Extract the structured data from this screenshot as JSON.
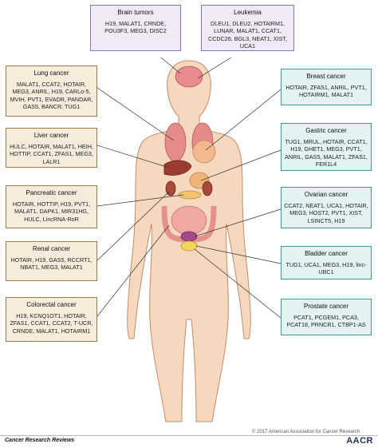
{
  "cancers": [
    {
      "id": "brain",
      "title": "Brain tumors",
      "color": "purple",
      "items": [
        "H19",
        "MALAT1",
        "CRNDE",
        "POU3F3",
        "MEG3",
        "DISC2"
      ]
    },
    {
      "id": "leukemia",
      "title": "Leukemia",
      "color": "purple",
      "items": [
        "DLEU1",
        "DLEU2",
        "HOTAIRM1",
        "LUNAR",
        "MALAT1",
        "CCAT1",
        "CCDC26",
        "BGL3",
        "NEAT1",
        "XIST",
        "UCA1"
      ]
    },
    {
      "id": "lung",
      "title": "Lung cancer",
      "color": "tan",
      "items": [
        "MALAT1",
        "CCAT2",
        "HOTAIR",
        "MEG3",
        "ANRIL",
        "H19",
        "CARLo-5",
        "MVIH",
        "PVT1",
        "EVADR",
        "PANDAR",
        "GAS5",
        "BANCR",
        "TUG1"
      ]
    },
    {
      "id": "liver",
      "title": "Liver cancer",
      "color": "tan",
      "items": [
        "HULC",
        "HOTAIR",
        "MALAT1",
        "HEIH",
        "HOTTIP",
        "CCAT1",
        "ZFAS1",
        "MEG3",
        "LALR1"
      ]
    },
    {
      "id": "pancreatic",
      "title": "Pancreatic cancer",
      "color": "tan",
      "items": [
        "HOTAIR",
        "HOTTIP",
        "H19",
        "PVT1",
        "MALAT1",
        "DAPK1",
        "MIR31HG",
        "HULC",
        "LincRNA-RoR"
      ]
    },
    {
      "id": "renal",
      "title": "Renal cancer",
      "color": "tan",
      "items": [
        "HOTAIR",
        "H19",
        "GAS5",
        "RCCRT1",
        "NBAT1",
        "MEG3",
        "MALAT1"
      ]
    },
    {
      "id": "colorectal",
      "title": "Colorectal cancer",
      "color": "tan",
      "items": [
        "H19",
        "KCNQ1OT1",
        "HOTAIR",
        "ZFAS1",
        "CCAT1",
        "CCAT2",
        "T-UCR",
        "CRNDE",
        "MALAT1",
        "HOTAIRM1"
      ]
    },
    {
      "id": "breast",
      "title": "Breast cancer",
      "color": "teal",
      "items": [
        "HOTAIR",
        "ZFAS1",
        "ANRIL",
        "PVT1",
        "HOTAIRM1",
        "MALAT1"
      ]
    },
    {
      "id": "gastric",
      "title": "Gastric cancer",
      "color": "teal",
      "items": [
        "TUG1",
        "MRUL",
        "HOTAIR",
        "CCAT1",
        "H19",
        "GHET1",
        "MEG3",
        "PVT1",
        "ANRIL",
        "GAS5",
        "MALAT1",
        "ZFAS1",
        "FER1L4"
      ]
    },
    {
      "id": "ovarian",
      "title": "Ovarian cancer",
      "color": "teal",
      "items": [
        "CCAT2",
        "NEAT1",
        "UCA1",
        "HOTAIR",
        "MEG3",
        "HOST2",
        "PVT1",
        "XIST",
        "LSINCT5",
        "H19"
      ]
    },
    {
      "id": "bladder",
      "title": "Bladder cancer",
      "color": "teal",
      "items": [
        "TUG1",
        "UCA1",
        "MEG3",
        "H19",
        "linc-UBC1"
      ]
    },
    {
      "id": "prostate",
      "title": "Prostate cancer",
      "color": "teal",
      "items": [
        "PCAT1",
        "PCGEM1",
        "PCA3",
        "PCAT18",
        "PRNCR1",
        "CTBP1-AS"
      ]
    }
  ],
  "footer": {
    "copyright": "© 2017 American Association for Cancer Research",
    "journal": "Cancer Research Reviews",
    "logo": "AACR"
  },
  "colors": {
    "purple_border": "#8a73b5",
    "tan_border": "#9b7a4e",
    "teal_border": "#3b9a96",
    "skin": "#f6d8bf",
    "skin_outline": "#c08d6b"
  }
}
